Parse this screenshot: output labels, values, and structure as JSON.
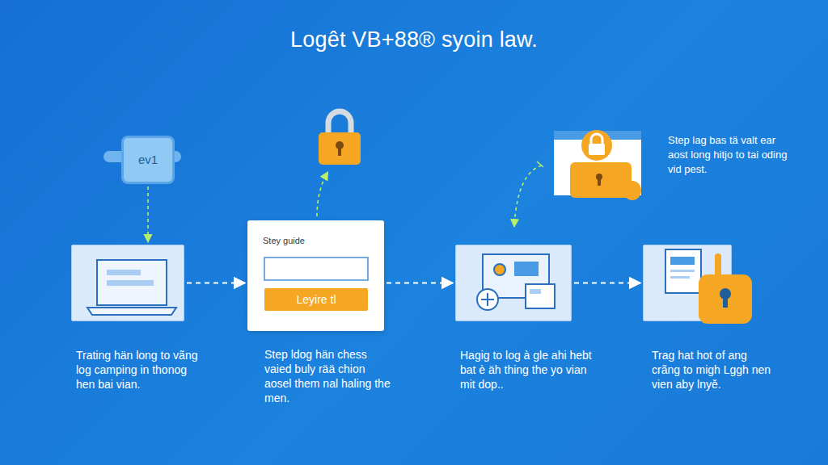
{
  "diagram": {
    "title": "Logêt VB+88® syoin law.",
    "nodes": [
      {
        "text": [
          "ev1"
        ]
      },
      {
        "text": [
          "Trating hän long to vãng log camping in thonog hen bai vian."
        ]
      },
      {
        "text": [
          "Stey guide",
          "Step ldog hän chess vaied buly rää chion aosel them nal haling the men."
        ]
      },
      {
        "text": [
          "Leyire tl"
        ],
        "in": 2
      },
      {
        "text": [
          "Hagig to log à gle ahi hebt bat è äh thing the yo vian mit dop.."
        ]
      },
      {
        "text": [
          "Trag hat hot of ang crãng to migh Lggh nen vien aby lnyě."
        ]
      }
    ],
    "edges": [
      {
        "from": 0,
        "to": 1,
        "arrow": "to"
      },
      {
        "from": 1,
        "to": 2,
        "arrow": "to"
      },
      {
        "from": 2,
        "to": 4,
        "arrow": "to"
      },
      {
        "from": 4,
        "to": 5,
        "arrow": "to"
      }
    ],
    "labels": [
      "Step lag bas tä valt ear aost long hitjo to tai oding vid pest."
    ]
  }
}
